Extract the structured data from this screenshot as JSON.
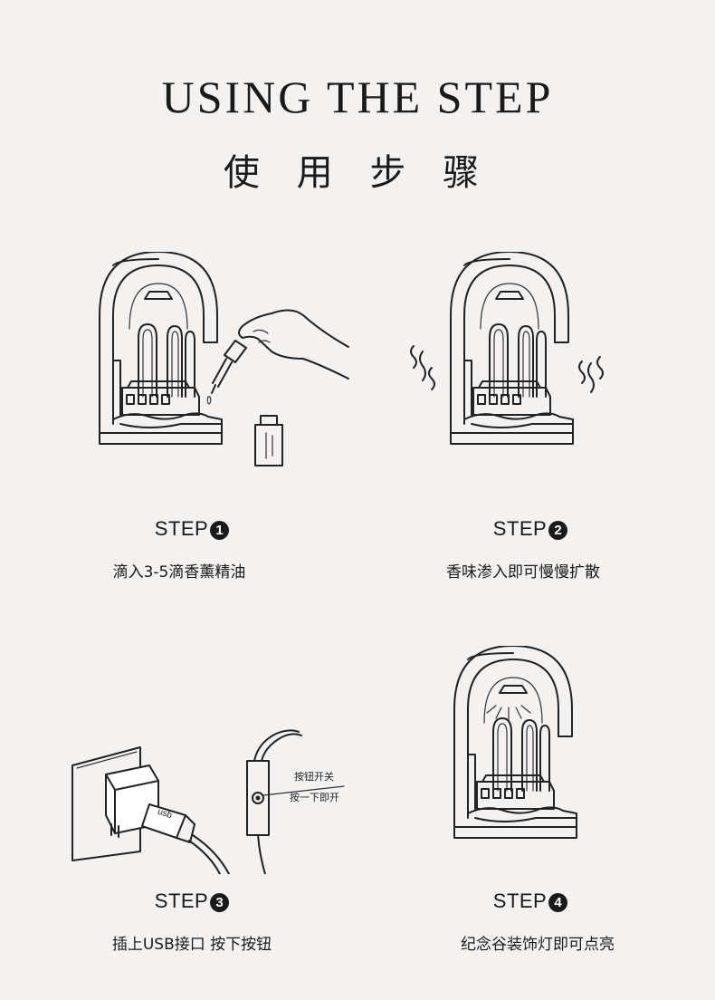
{
  "header": {
    "title_en": "USING THE STEP",
    "title_zh": "使 用 步 骤"
  },
  "steps": [
    {
      "label": "STEP",
      "number": "1",
      "desc": "滴入3-5滴香薰精油"
    },
    {
      "label": "STEP",
      "number": "2",
      "desc": "香味渗入即可慢慢扩散"
    },
    {
      "label": "STEP",
      "number": "3",
      "desc": "插上USB接口 按下按钮"
    },
    {
      "label": "STEP",
      "number": "4",
      "desc": "纪念谷装饰灯即可点亮"
    }
  ],
  "callouts": {
    "switch": "按钮开关",
    "press": "按一下即开",
    "usb": "usb"
  },
  "colors": {
    "background": "#f4f2f1",
    "ink": "#1a1a1a"
  }
}
